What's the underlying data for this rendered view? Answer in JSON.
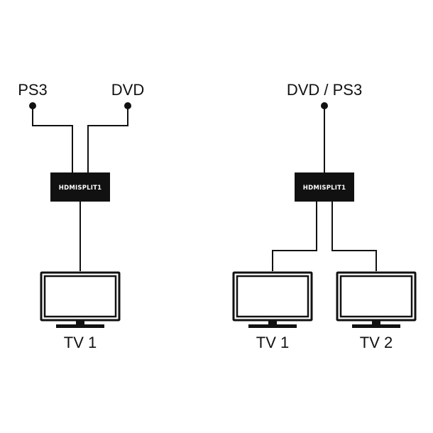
{
  "left_setup": {
    "sources": [
      "PS3",
      "DVD"
    ],
    "splitter_label": "HDMISPLIT1",
    "outputs": [
      "TV 1"
    ]
  },
  "right_setup": {
    "source": "DVD / PS3",
    "splitter_label": "HDMISPLIT1",
    "outputs": [
      "TV 1",
      "TV 2"
    ]
  },
  "colors": {
    "ink": "#111111",
    "background": "#ffffff",
    "splitter_text": "#ffffff"
  }
}
